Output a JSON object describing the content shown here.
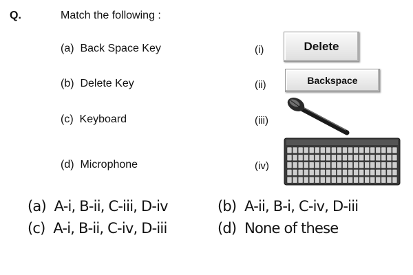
{
  "question": {
    "label": "Q.",
    "title": "Match the following :"
  },
  "items": [
    {
      "letter": "(a)",
      "text": "Back Space Key"
    },
    {
      "letter": "(b)",
      "text": "Delete Key"
    },
    {
      "letter": "(c)",
      "text": "Keyboard"
    },
    {
      "letter": "(d)",
      "text": "Microphone"
    }
  ],
  "numerals": [
    "(i)",
    "(ii)",
    "(iii)",
    "(iv)"
  ],
  "images": {
    "i": {
      "kind": "delete-key-icon",
      "label": "Delete"
    },
    "ii": {
      "kind": "backspace-key-icon",
      "label": "Backspace"
    },
    "iii": {
      "kind": "microphone-icon"
    },
    "iv": {
      "kind": "keyboard-icon"
    }
  },
  "options": [
    {
      "letter": "(a)",
      "text": "A-i, B-ii, C-iii, D-iv"
    },
    {
      "letter": "(b)",
      "text": "A-ii, B-i, C-iv, D-iii"
    },
    {
      "letter": "(c)",
      "text": "A-i, B-ii, C-iv, D-iii"
    },
    {
      "letter": "(d)",
      "text": "None of these"
    }
  ],
  "colors": {
    "text": "#111111",
    "key_face": "#e6e6e6",
    "keyboard_body": "#333333"
  }
}
